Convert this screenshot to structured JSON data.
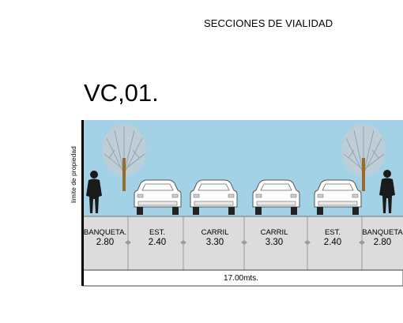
{
  "header": {
    "title": "SECCIONES DE VIALIDAD"
  },
  "section": {
    "code": "VC,01.",
    "property_line_label": "limite de propiedad",
    "total_width": "17.00mts.",
    "segments": [
      {
        "label": "BANQUETA.",
        "value": "2.80"
      },
      {
        "label": "EST.",
        "value": "2.40"
      },
      {
        "label": "CARRIL",
        "value": "3.30"
      },
      {
        "label": "CARRIL",
        "value": "3.30"
      },
      {
        "label": "EST.",
        "value": "2.40"
      },
      {
        "label": "BANQUETA",
        "value": "2.80"
      }
    ]
  },
  "colors": {
    "sky": "#a3d2e6",
    "pavement": "#dcdcdc",
    "segment_divider": "#9a9a9a",
    "tree_trunk": "#9a6a2c",
    "tree_canopy": "#b5bec6",
    "person": "#1a1a1a",
    "car_body": "#ffffff"
  }
}
